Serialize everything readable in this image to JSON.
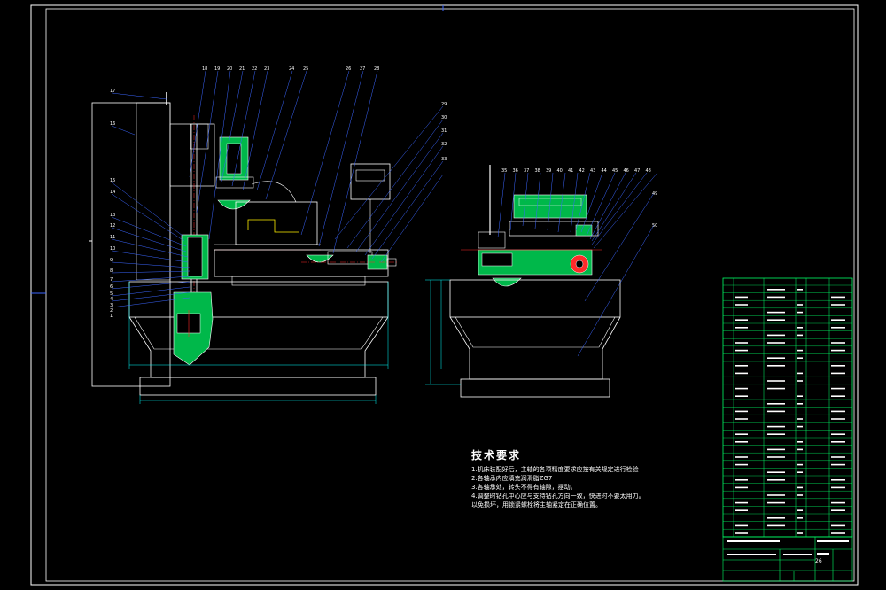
{
  "colors": {
    "background": "#000000",
    "frame": "#ffffff",
    "outline": "#ffffff",
    "hatch": "#00b84a",
    "dimension": "#00ffff",
    "leader": "#3b66ff",
    "part_red": "#ff2a2a",
    "part_yellow": "#ffee00",
    "part_magenta": "#ff33ff",
    "table_grid": "#00ff66"
  },
  "technical_requirements": {
    "title": "技术要求",
    "lines": [
      "1.机床装配好后，主轴的各项精度要求应按有关规定进行检验",
      "2.各轴承内应填充润滑脂ZG7",
      "3.各轴承处，转头不得有轴隙，摆动。",
      "4.调整时钻孔中心应与支持钻孔方向一致，快进时不要太用力。",
      "以免损坏，用锁紧螺栓将主轴紧定在正确位置。"
    ]
  },
  "sheet_id": "26",
  "view1_labels": [
    "18",
    "19",
    "20",
    "21",
    "22",
    "23",
    "24",
    "25",
    "26",
    "27",
    "28",
    "29",
    "30",
    "31",
    "32",
    "33"
  ],
  "view2_labels": [
    "35",
    "36",
    "37",
    "38",
    "39",
    "40",
    "41",
    "42",
    "43",
    "44",
    "45",
    "46",
    "47",
    "48",
    "49",
    "50"
  ],
  "side_labels": [
    "17",
    "16",
    "15",
    "14",
    "13",
    "12",
    "11",
    "10",
    "9",
    "8",
    "7",
    "6",
    "5",
    "4",
    "3",
    "2",
    "1"
  ]
}
